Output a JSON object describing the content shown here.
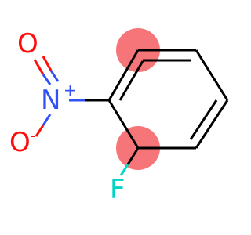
{
  "molecule": {
    "atoms": {
      "o_top": {
        "symbol": "O",
        "color": "#ff0d0d"
      },
      "n": {
        "symbol": "N",
        "charge": "+",
        "color": "#3050f8"
      },
      "o_bottom": {
        "symbol": "O",
        "charge": "-",
        "color": "#ff0d0d"
      },
      "f": {
        "symbol": "F",
        "color": "#00d4c8"
      }
    },
    "highlight_color": "#f5666a",
    "bond_color": "#000000"
  }
}
